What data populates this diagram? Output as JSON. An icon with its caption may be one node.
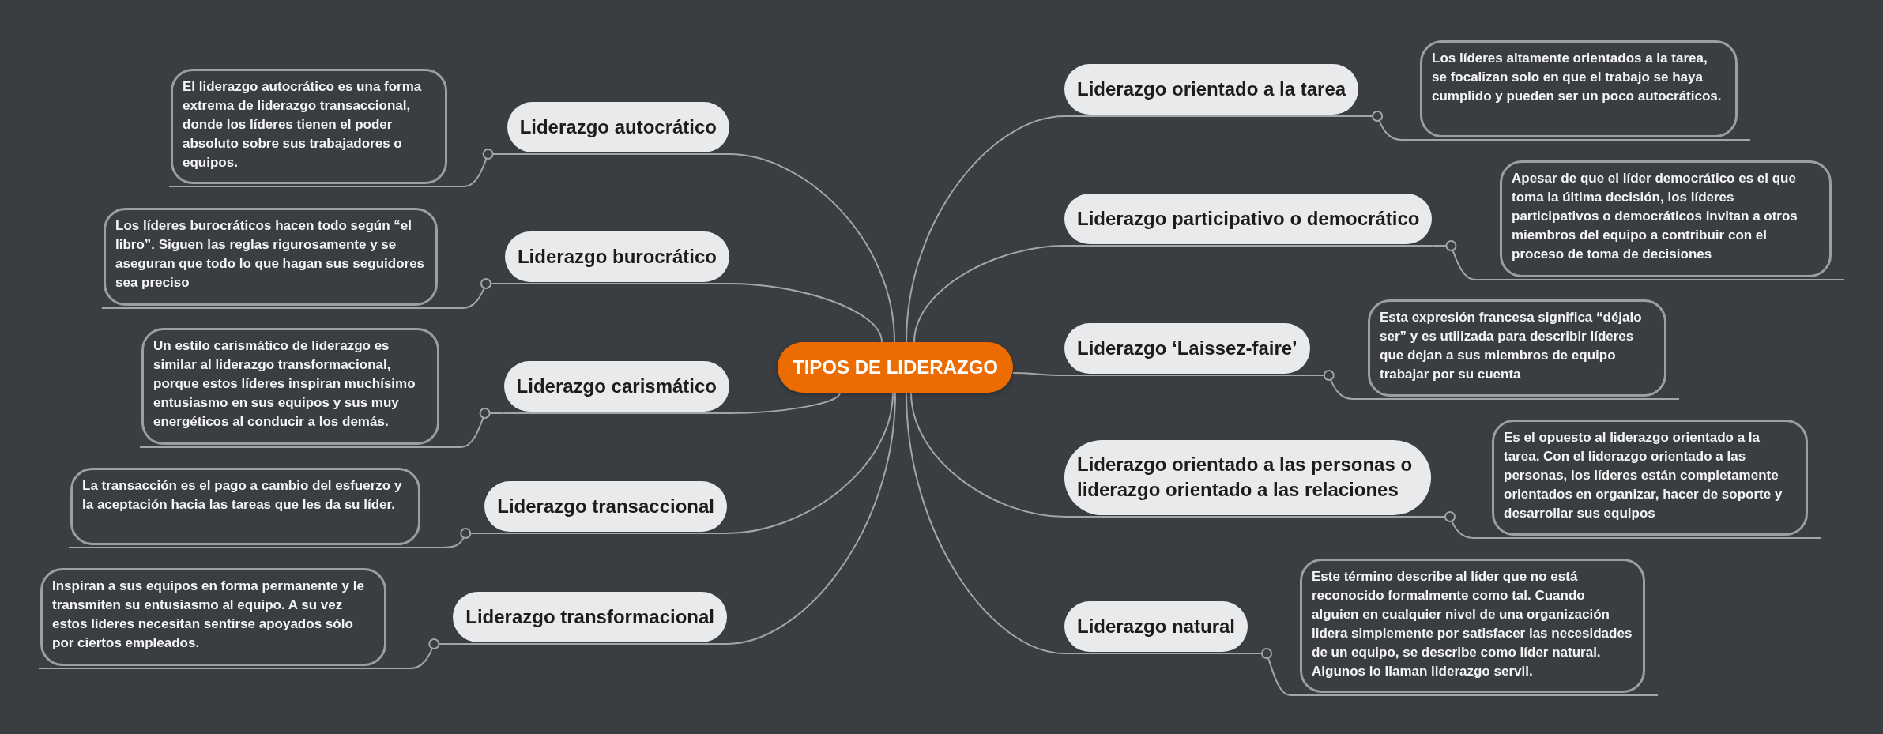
{
  "diagram": {
    "nodes": [
      {
        "text": [
          "TIPOS DE LIDERAZGO"
        ]
      },
      {
        "text": [
          "Liderazgo autocrático"
        ]
      },
      {
        "text": [
          "El liderazgo autocrático es una forma extrema de liderazgo transaccional, donde los líderes tienen el poder absoluto sobre sus trabajadores o equipos."
        ]
      },
      {
        "text": [
          "Liderazgo burocrático"
        ]
      },
      {
        "text": [
          "Los líderes burocráticos hacen todo según “el libro”. Siguen las reglas rigurosamente y se aseguran que todo lo que hagan sus seguidores sea preciso"
        ]
      },
      {
        "text": [
          "Liderazgo carismático"
        ]
      },
      {
        "text": [
          "Un estilo carismático de liderazgo es similar al liderazgo transformacional, porque estos líderes inspiran muchísimo entusiasmo en sus equipos y sus muy energéticos al conducir a los demás."
        ]
      },
      {
        "text": [
          "Liderazgo transaccional"
        ]
      },
      {
        "text": [
          "La transacción es el pago a cambio del esfuerzo y la aceptación hacia las tareas que les da su líder."
        ]
      },
      {
        "text": [
          "Liderazgo transformacional"
        ]
      },
      {
        "text": [
          "Inspiran a sus equipos en forma permanente y le transmiten su entusiasmo al equipo. A su vez estos líderes necesitan sentirse apoyados sólo por ciertos empleados."
        ]
      },
      {
        "text": [
          "Liderazgo orientado a la tarea"
        ]
      },
      {
        "text": [
          "Los líderes altamente orientados a la tarea, se focalizan solo en que el trabajo se haya cumplido y pueden ser un poco autocráticos."
        ]
      },
      {
        "text": [
          "Liderazgo participativo o democrático"
        ]
      },
      {
        "text": [
          "Apesar de que el líder democrático es el que toma la última decisión, los líderes participativos o democráticos invitan a otros miembros del equipo a contribuir con el proceso de toma de decisiones"
        ]
      },
      {
        "text": [
          "Liderazgo ‘Laissez-faire’"
        ]
      },
      {
        "text": [
          "Esta expresión francesa significa “déjalo ser” y es utilizada para describir líderes que dejan a sus miembros de equipo trabajar por su cuenta"
        ]
      },
      {
        "text": [
          "Liderazgo orientado a las personas o liderazgo orientado a las relaciones"
        ]
      },
      {
        "text": [
          "Es el opuesto al liderazgo orientado a la tarea. Con el liderazgo orientado a las personas, los líderes están completamente orientados en organizar, hacer de soporte y desarrollar sus equipos"
        ]
      },
      {
        "text": [
          "Liderazgo natural"
        ]
      },
      {
        "text": [
          "Este término describe al líder que no está reconocido formalmente como tal. Cuando alguien en cualquier nivel de una organización lidera simplemente por satisfacer las necesidades de un equipo, se describe como líder natural. Algunos lo llaman liderazgo servil."
        ]
      }
    ],
    "edges": [
      {
        "from": 0,
        "to": 1,
        "arrow": "none"
      },
      {
        "from": 0,
        "to": 3,
        "arrow": "none"
      },
      {
        "from": 0,
        "to": 5,
        "arrow": "none"
      },
      {
        "from": 0,
        "to": 7,
        "arrow": "none"
      },
      {
        "from": 0,
        "to": 9,
        "arrow": "none"
      },
      {
        "from": 0,
        "to": 11,
        "arrow": "none"
      },
      {
        "from": 0,
        "to": 13,
        "arrow": "none"
      },
      {
        "from": 0,
        "to": 15,
        "arrow": "none"
      },
      {
        "from": 0,
        "to": 17,
        "arrow": "none"
      },
      {
        "from": 0,
        "to": 19,
        "arrow": "none"
      },
      {
        "from": 1,
        "to": 2,
        "arrow": "other"
      },
      {
        "from": 3,
        "to": 4,
        "arrow": "other"
      },
      {
        "from": 5,
        "to": 6,
        "arrow": "other"
      },
      {
        "from": 7,
        "to": 8,
        "arrow": "other"
      },
      {
        "from": 9,
        "to": 10,
        "arrow": "other"
      },
      {
        "from": 11,
        "to": 12,
        "arrow": "other"
      },
      {
        "from": 13,
        "to": 14,
        "arrow": "other"
      },
      {
        "from": 15,
        "to": 16,
        "arrow": "other"
      },
      {
        "from": 17,
        "to": 18,
        "arrow": "other"
      },
      {
        "from": 19,
        "to": 20,
        "arrow": "other"
      }
    ]
  }
}
